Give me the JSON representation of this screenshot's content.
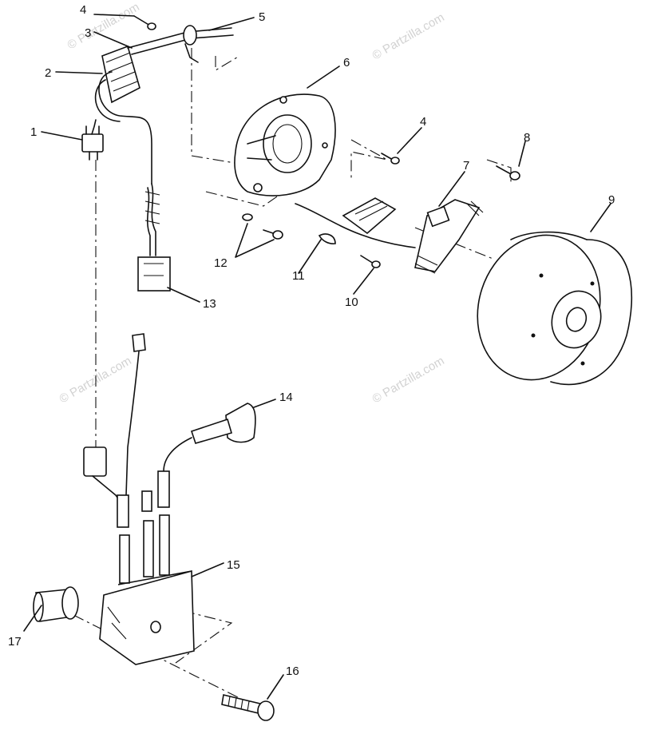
{
  "watermark": "© Partzilla.com",
  "callouts": {
    "c1": "1",
    "c2": "2",
    "c3": "3",
    "c4a": "4",
    "c4b": "4",
    "c5": "5",
    "c6": "6",
    "c7": "7",
    "c8": "8",
    "c9": "9",
    "c10": "10",
    "c11": "11",
    "c12": "12",
    "c13": "13",
    "c14": "14",
    "c15": "15",
    "c16": "16",
    "c17": "17"
  }
}
